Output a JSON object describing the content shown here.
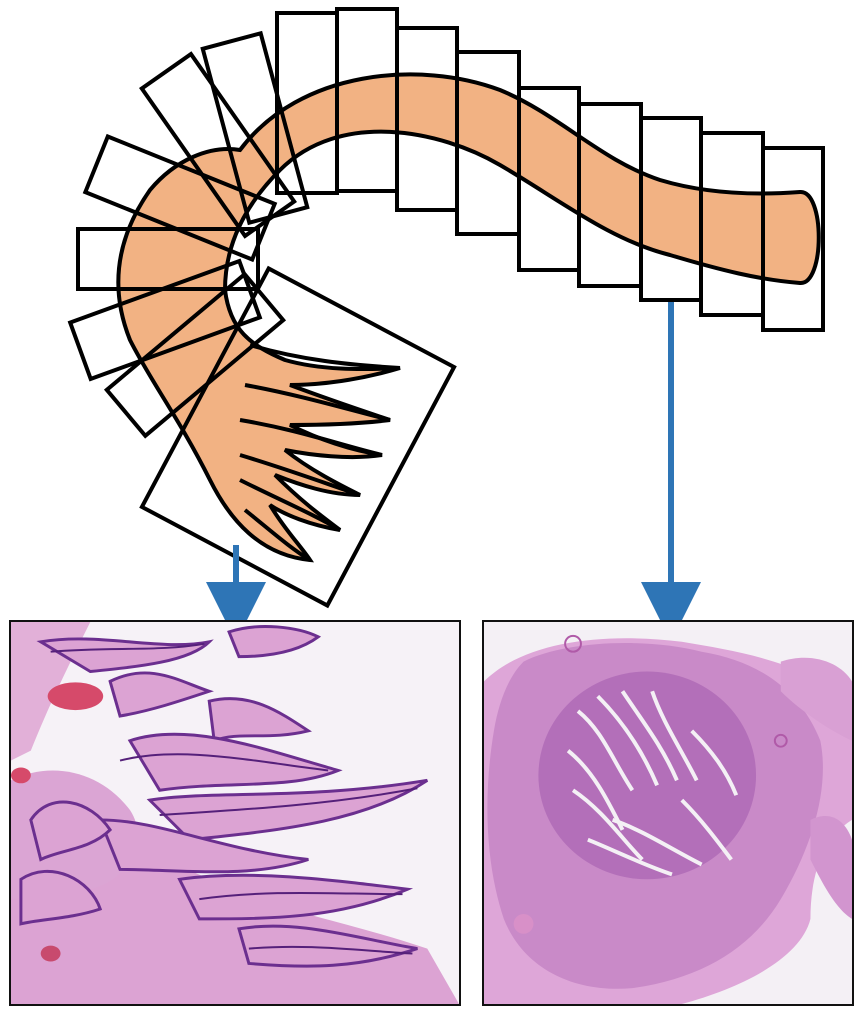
{
  "figure": {
    "specimen_fill": "#f2b283",
    "specimen_outline": "#000000",
    "section_box_stroke": "#000000",
    "arrow_color": "#2e75b6",
    "histology_stain_colors": {
      "epithelium": "#6b2f8f",
      "stroma": "#d79ad4",
      "background": "#f5f1f6",
      "blood": "#d64a6a"
    },
    "panels": [
      {
        "id": "left-panel",
        "description_icon": "papillary-tumor-histology-image"
      },
      {
        "id": "right-panel",
        "description_icon": "invasive-tumor-nodule-histology-image"
      }
    ]
  }
}
